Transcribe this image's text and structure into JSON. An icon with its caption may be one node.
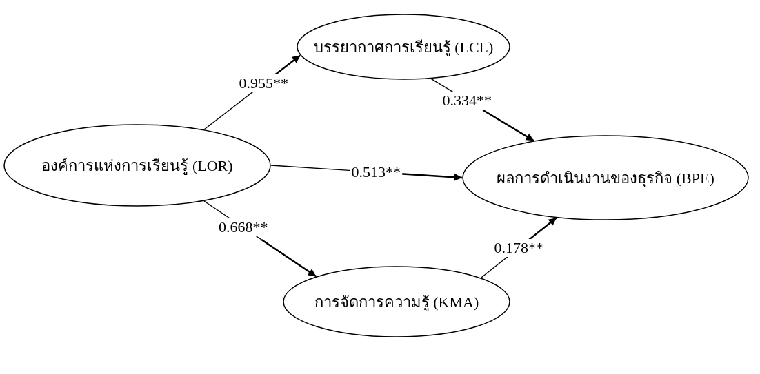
{
  "diagram": {
    "nodes": [
      {
        "text": [
          "บรรยากาศการเรียนรู้ (LCL)"
        ]
      },
      {
        "text": [
          "องค์การแห่งการเรียนรู้ (LOR)"
        ]
      },
      {
        "text": [
          "ผลการดำเนินงานของธุรกิจ (BPE)"
        ]
      },
      {
        "text": [
          "การจัดการความรู้ (KMA)"
        ]
      }
    ],
    "edges": [
      {
        "from": 1,
        "to": 0,
        "arrow": "to",
        "label": "0.955**"
      },
      {
        "from": 0,
        "to": 2,
        "arrow": "to",
        "label": "0.334**"
      },
      {
        "from": 1,
        "to": 2,
        "arrow": "to",
        "label": "0.513**"
      },
      {
        "from": 1,
        "to": 3,
        "arrow": "to",
        "label": "0.668**"
      },
      {
        "from": 3,
        "to": 2,
        "arrow": "to",
        "label": "0.178**"
      }
    ]
  }
}
